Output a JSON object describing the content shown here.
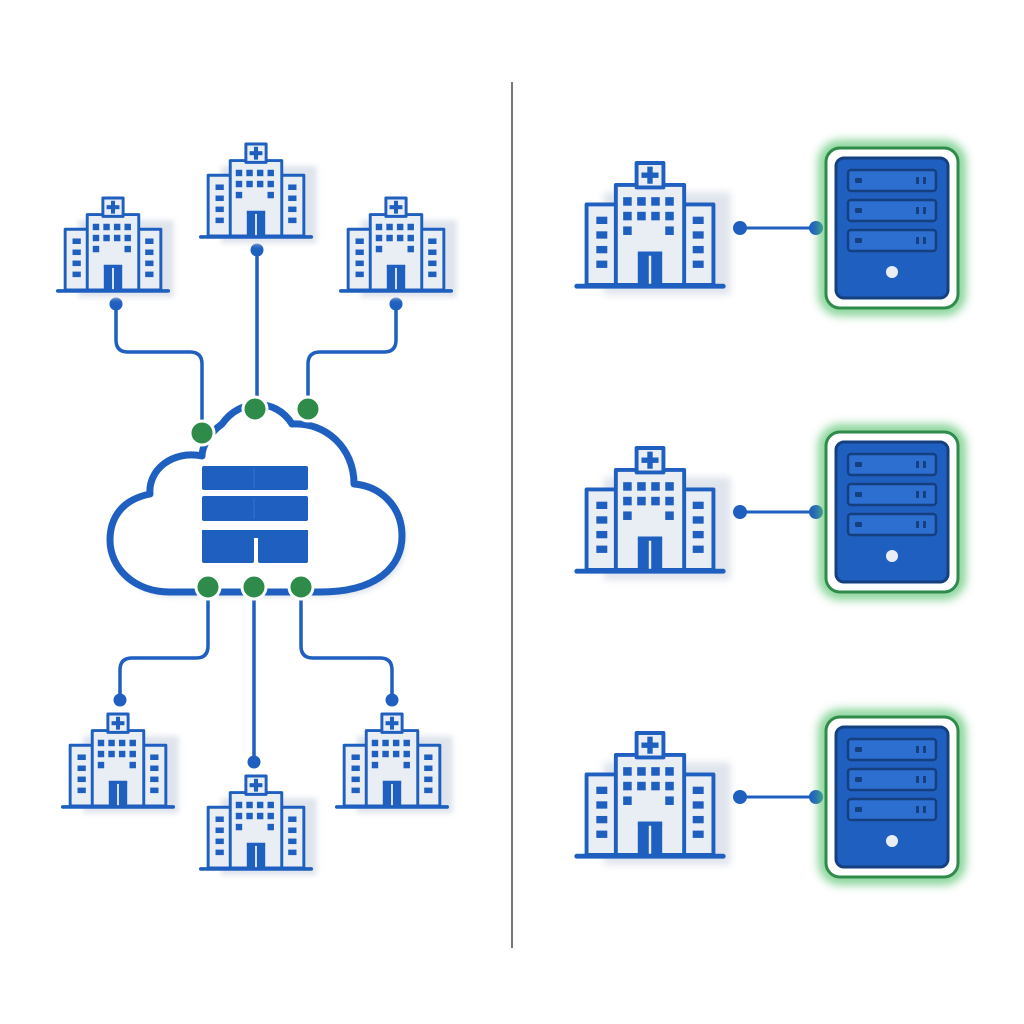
{
  "diagram": {
    "colors": {
      "primary": "#1f5fbf",
      "primary_dark": "#174a98",
      "accent": "#2e8b4a",
      "glow": "#57c26e",
      "window": "#e9eef5",
      "divider": "#777777",
      "background": "#ffffff"
    },
    "left_panel": {
      "central_store": "cloud-database-icon",
      "hospital_count": 6,
      "connector_dots": 6
    },
    "right_panel": {
      "hospital_count": 3,
      "local_servers": 3,
      "server_drive_bays": 3
    }
  }
}
